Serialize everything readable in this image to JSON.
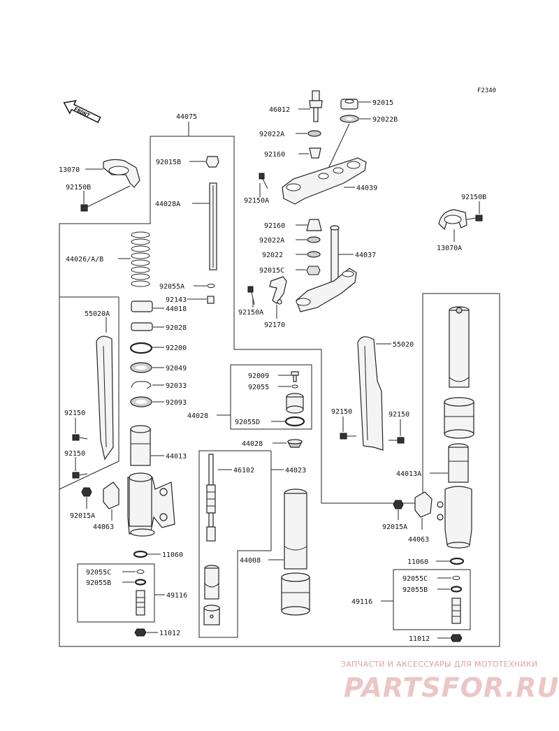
{
  "figure_code": "F2340",
  "front_label": "FRONT",
  "parts": {
    "p44075": "44075",
    "p92015B": "92015B",
    "p44028A": "44028A",
    "p44026": "44026/A/B",
    "p92055A": "92055A",
    "p92143": "92143",
    "p44018": "44018",
    "p92028": "92028",
    "p92200": "92200",
    "p92049": "92049",
    "p92033": "92033",
    "p92093": "92093",
    "p13070": "13070",
    "p92150B_l": "92150B",
    "p55020A": "55020A",
    "p92150_l1": "92150",
    "p92150_l2": "92150",
    "p44013": "44013",
    "p92015A_l": "92015A",
    "p44063_l": "44063",
    "p11060_l": "11060",
    "p92055C_l": "92055C",
    "p92055B_l": "92055B",
    "p49116_l": "49116",
    "p11012_l": "11012",
    "p46012": "46012",
    "p92015": "92015",
    "p92022A_t": "92022A",
    "p92022B": "92022B",
    "p92160_t": "92160",
    "p44039": "44039",
    "p92150A_t": "92150A",
    "p92160_m": "92160",
    "p92022A_m": "92022A",
    "p92022": "92022",
    "p92015C": "92015C",
    "p44037": "44037",
    "p92150A_m": "92150A",
    "p92170": "92170",
    "p92150B_r": "92150B",
    "p13070A": "13070A",
    "p92009": "92009",
    "p92055": "92055",
    "p44028_box": "44028",
    "p92055D": "92055D",
    "p44028": "44028",
    "p46102": "46102",
    "p44023": "44023",
    "p44008": "44008",
    "p55020": "55020",
    "p92150_r1": "92150",
    "p92150_r2": "92150",
    "p44013A": "44013A",
    "p92015A_r": "92015A",
    "p44063_r": "44063",
    "p11060_r": "11060",
    "p92055C_r": "92055C",
    "p92055B_r": "92055B",
    "p49116_r": "49116",
    "p11012_r": "11012"
  },
  "watermark": {
    "caption": "ЗАПЧАСТИ И АКСЕССУАРЫ ДЛЯ МОТОТЕХНИКИ",
    "logo": "PARTSFOR.RU"
  }
}
